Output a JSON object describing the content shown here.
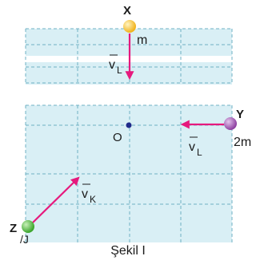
{
  "figure": {
    "caption": "Şekil I",
    "center_label": "O",
    "extra_mark": "/J",
    "colors": {
      "grid_bg": "#d9eff5",
      "grid_line": "#6fb0c4",
      "arrow": "#e6197d",
      "text": "#1a1a1a",
      "center_dot": "#1f2a8a"
    },
    "balls": [
      {
        "id": "X",
        "label": "X",
        "mass_label": "m",
        "velocity_label": "v",
        "velocity_sub": "L",
        "color": "#f0b21a",
        "direction": "down"
      },
      {
        "id": "Y",
        "label": "Y",
        "mass_label": "2m",
        "velocity_label": "v",
        "velocity_sub": "L",
        "color": "#8e3fa0",
        "direction": "left"
      },
      {
        "id": "Z",
        "label": "Z",
        "mass_label": "",
        "velocity_label": "v",
        "velocity_sub": "K",
        "color": "#3aa52b",
        "direction": "up-right"
      }
    ]
  }
}
